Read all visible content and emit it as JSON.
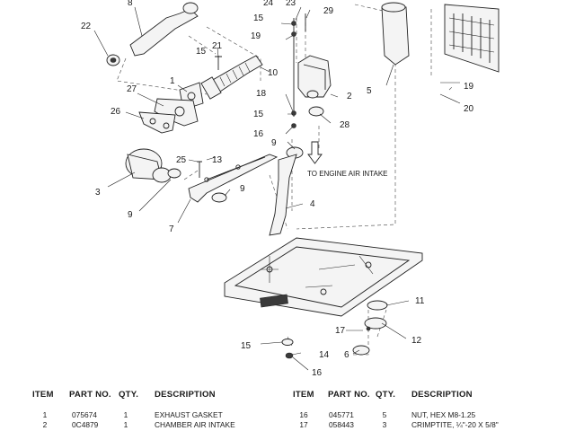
{
  "callouts": [
    "8",
    "24",
    "23",
    "29",
    "22",
    "15",
    "19",
    "21",
    "10",
    "1",
    "27",
    "26",
    "18",
    "15",
    "16",
    "2",
    "28",
    "5",
    "19",
    "20",
    "9",
    "25",
    "13",
    "3",
    "9",
    "9",
    "4",
    "7",
    "11",
    "17",
    "12",
    "15",
    "14",
    "6",
    "16"
  ],
  "note": "TO ENGINE AIR INTAKE",
  "table": {
    "headers": {
      "item": "ITEM",
      "part_no": "PART NO.",
      "qty": "QTY.",
      "description": "DESCRIPTION"
    },
    "left_rows": [
      {
        "item": "1",
        "part_no": "075674",
        "qty": "1",
        "description": "EXHAUST GASKET"
      },
      {
        "item": "2",
        "part_no": "0C4879",
        "qty": "1",
        "description": "CHAMBER AIR INTAKE"
      }
    ],
    "right_rows": [
      {
        "item": "16",
        "part_no": "045771",
        "qty": "5",
        "description": "NUT, HEX M8-1.25"
      },
      {
        "item": "17",
        "part_no": "058443",
        "qty": "3",
        "description": "CRIMPTITE, ¼\"-20 X 5/8\""
      }
    ]
  }
}
